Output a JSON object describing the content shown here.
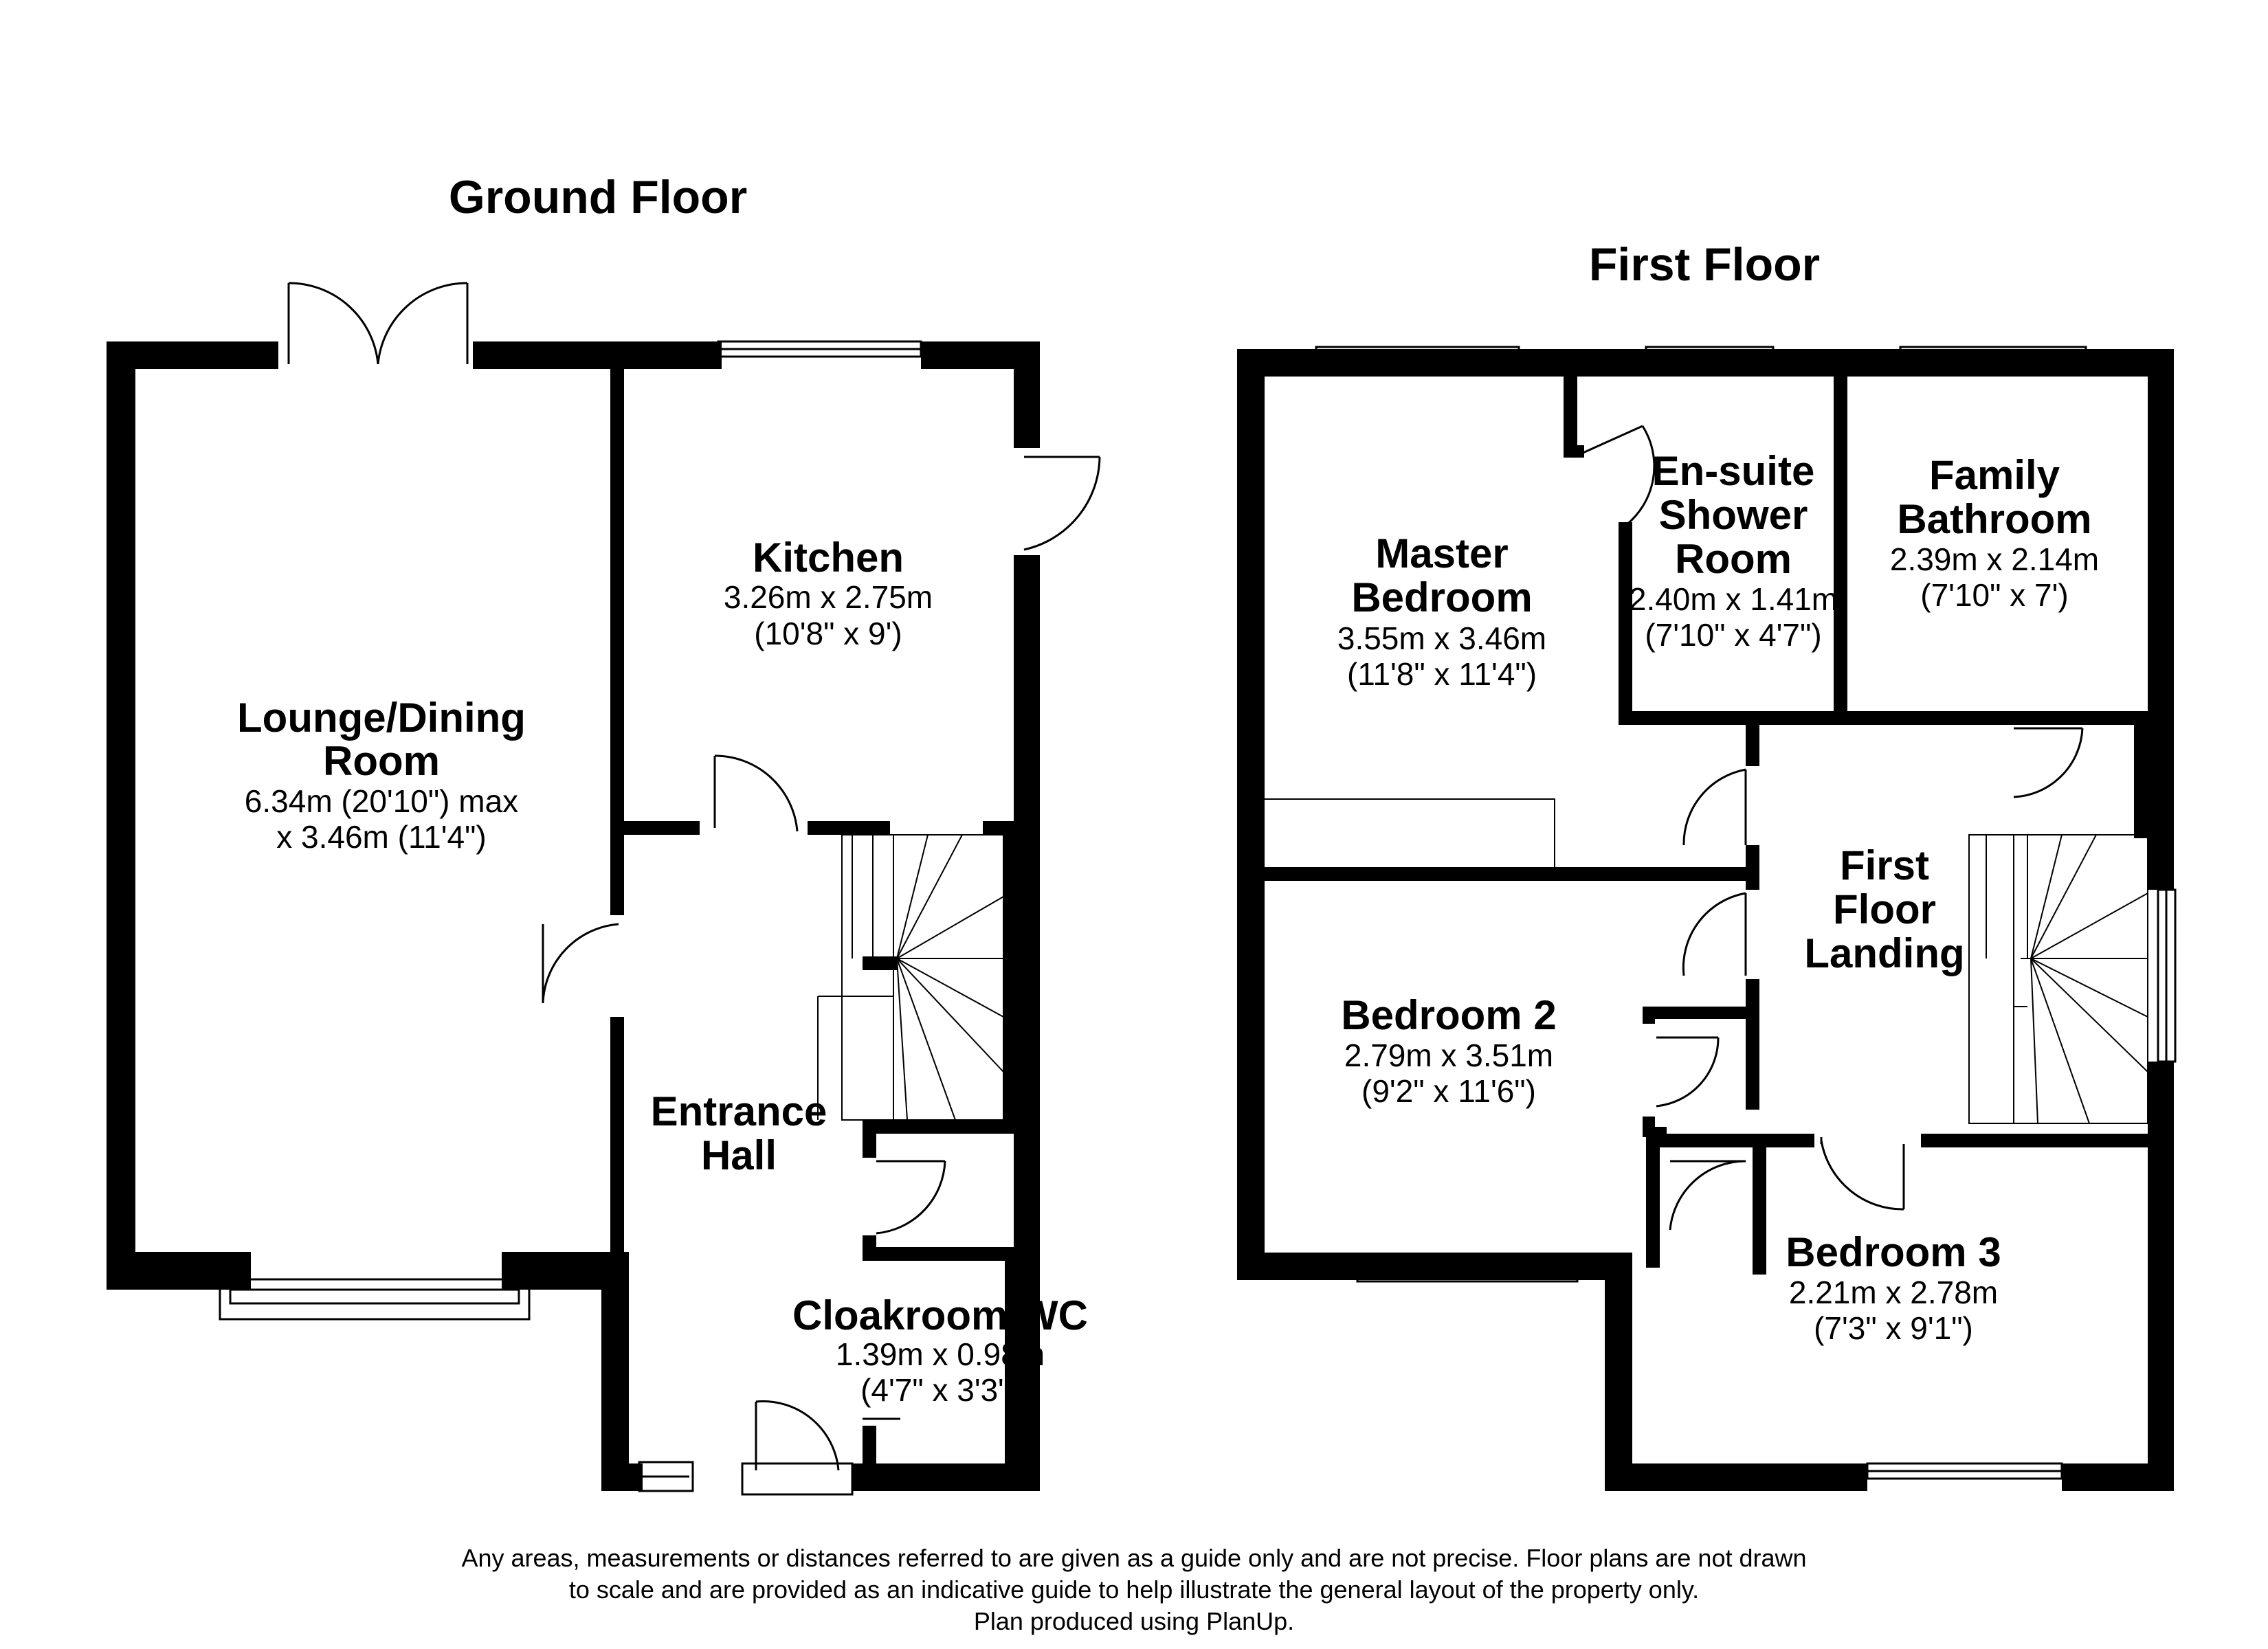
{
  "floors": {
    "ground": {
      "title": "Ground Floor",
      "rooms": {
        "lounge": {
          "name1": "Lounge/Dining",
          "name2": "Room",
          "dim1": "6.34m (20'10\") max",
          "dim2": "x 3.46m (11'4\")"
        },
        "kitchen": {
          "name1": "Kitchen",
          "dim1": "3.26m x 2.75m",
          "dim2": "(10'8\" x 9')"
        },
        "hall": {
          "name1": "Entrance",
          "name2": "Hall"
        },
        "cloakroom": {
          "name1": "Cloakroom/WC",
          "dim1": "1.39m x 0.98m",
          "dim2": "(4'7\" x 3'3\")"
        }
      }
    },
    "first": {
      "title": "First Floor",
      "rooms": {
        "master": {
          "name1": "Master",
          "name2": "Bedroom",
          "dim1": "3.55m x 3.46m",
          "dim2": "(11'8\" x 11'4\")"
        },
        "ensuite": {
          "name1": "En-suite",
          "name2": "Shower",
          "name3": "Room",
          "dim1": "2.40m x 1.41m",
          "dim2": "(7'10\" x 4'7\")"
        },
        "bathroom": {
          "name1": "Family",
          "name2": "Bathroom",
          "dim1": "2.39m x 2.14m",
          "dim2": "(7'10\" x 7')"
        },
        "landing": {
          "name1": "First",
          "name2": "Floor",
          "name3": "Landing"
        },
        "bedroom2": {
          "name1": "Bedroom 2",
          "dim1": "2.79m x 3.51m",
          "dim2": "(9'2\" x 11'6\")"
        },
        "bedroom3": {
          "name1": "Bedroom 3",
          "dim1": "2.21m x 2.78m",
          "dim2": "(7'3\" x 9'1\")"
        }
      }
    }
  },
  "disclaimer": {
    "line1": "Any areas, measurements or distances referred to are given as a guide only and are not precise. Floor plans are not drawn",
    "line2": "to scale and are provided as an indicative guide to help illustrate the general layout of the property only.",
    "line3": "Plan produced using PlanUp."
  }
}
